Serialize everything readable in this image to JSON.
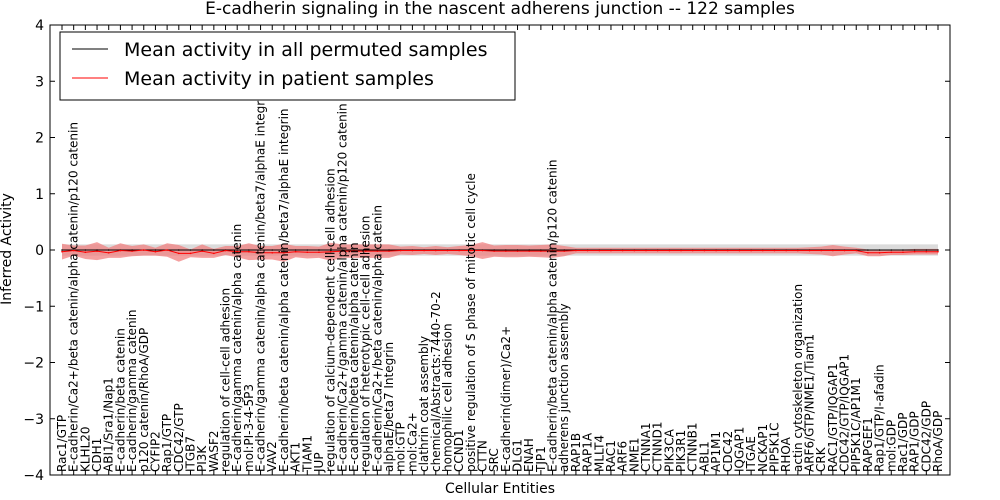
{
  "chart_data": {
    "type": "line",
    "title": "E-cadherin signaling in the nascent adherens junction -- 122 samples",
    "xlabel": "Cellular Entities",
    "ylabel": "Inferred Activity",
    "ylim": [
      -4,
      4
    ],
    "yticks": [
      -4,
      -3,
      -2,
      -1,
      0,
      1,
      2,
      3,
      4
    ],
    "grid": false,
    "legend_position": "top-left",
    "categories": [
      "Rac1/GTP",
      "E-cadherin/Ca2+/beta catenin/alpha catenin/p120 catenin",
      "KLHL20",
      "CDH1",
      "ABI1/Sra1/Nap1",
      "E-cadherin/beta catenin",
      "E-cadherin/gamma catenin",
      "p120 catenin/RhoA/GDP",
      "CYFIP2",
      "Rap1/GTP",
      "CDC42/GTP",
      "ITGB7",
      "PI3K",
      "WASF2",
      "regulation of cell-cell adhesion",
      "E-cadherin/gamma catenin/alpha catenin",
      "mol:PI-3-4-5P3",
      "E-cadherin/gamma catenin/alpha catenin/beta7/alphaE integrin",
      "VAV2",
      "E-cadherin/beta catenin/alpha catenin/beta7/alphaE integrin",
      "AKT1",
      "TIAM1",
      "JUP",
      "regulation of calcium-dependent cell-cell adhesion",
      "E-cadherin/Ca2+/gamma catenin/alpha catenin/p120 catenin",
      "E-cadherin/beta catenin/alpha catenin",
      "regulation of heterotypic cell-cell adhesion",
      "E-cadherin/Ca2+/beta catenin/alpha catenin",
      "alphaE/beta7 Integrin",
      "mol:GTP",
      "mol:Ca2+",
      "clathrin coat assembly",
      "chemical/Abstracts:7440-70-2",
      "homophilic cell adhesion",
      "CCND1",
      "positive regulation of S phase of mitotic cell cycle",
      "CTTN",
      "SRC",
      "E-cadherin(dimer)/Ca2+",
      "DLG1",
      "ENAH",
      "TJP1",
      "E-cadherin/beta catenin/alpha catenin/p120 catenin",
      "adherens junction assembly",
      "RAP1B",
      "RAP1A",
      "MLLT4",
      "RAC1",
      "ARF6",
      "NME1",
      "CTNNA1",
      "CTNND1",
      "PIK3CA",
      "PIK3R1",
      "CTNNB1",
      "ABL1",
      "AP1M1",
      "CDC42",
      "IQGAP1",
      "ITGAE",
      "NCKAP1",
      "PIP5K1C",
      "RHOA",
      "actin cytoskeleton organization",
      "ARF6/GTP/NME1/Tiam1",
      "CRK",
      "RAC1/GTP/IQGAP1",
      "CDC42/GTP/IQGAP1",
      "PIP5K1C/AP1M1",
      "RAPGEF1",
      "Rap1/GTP/I-afadin",
      "mol:GDP",
      "Rac1/GDP",
      "RAP1/GDP",
      "CDC42/GDP",
      "RhoA/GDP"
    ],
    "series": [
      {
        "name": "Mean activity in all permuted samples",
        "color": "#000000",
        "band_color": "#cccccc",
        "values": [
          0.0,
          0.0,
          0.0,
          0.0,
          0.0,
          0.0,
          0.0,
          0.0,
          0.0,
          0.0,
          0.0,
          0.0,
          0.0,
          0.0,
          0.0,
          0.0,
          0.0,
          0.0,
          0.0,
          0.0,
          0.0,
          0.0,
          0.0,
          0.0,
          0.0,
          0.0,
          0.0,
          0.0,
          0.0,
          0.0,
          0.0,
          0.0,
          0.0,
          0.0,
          0.0,
          0.0,
          0.0,
          0.0,
          0.0,
          0.0,
          0.0,
          0.0,
          0.0,
          0.0,
          0.0,
          0.0,
          0.0,
          0.0,
          0.0,
          0.0,
          0.0,
          0.0,
          0.0,
          0.0,
          0.0,
          0.0,
          0.0,
          0.0,
          0.0,
          0.0,
          0.0,
          0.0,
          0.0,
          0.0,
          0.0,
          0.0,
          0.0,
          0.0,
          0.0,
          0.0,
          0.0,
          0.0,
          0.0,
          0.0,
          0.0,
          0.0
        ],
        "spread": [
          0.1,
          0.1,
          0.1,
          0.1,
          0.1,
          0.1,
          0.1,
          0.1,
          0.1,
          0.1,
          0.1,
          0.1,
          0.1,
          0.1,
          0.1,
          0.1,
          0.1,
          0.1,
          0.1,
          0.1,
          0.1,
          0.1,
          0.1,
          0.1,
          0.1,
          0.1,
          0.1,
          0.1,
          0.1,
          0.1,
          0.1,
          0.1,
          0.1,
          0.1,
          0.1,
          0.1,
          0.1,
          0.1,
          0.1,
          0.1,
          0.1,
          0.1,
          0.1,
          0.1,
          0.1,
          0.1,
          0.1,
          0.1,
          0.1,
          0.1,
          0.1,
          0.1,
          0.1,
          0.1,
          0.1,
          0.1,
          0.1,
          0.1,
          0.1,
          0.1,
          0.1,
          0.1,
          0.1,
          0.1,
          0.1,
          0.1,
          0.1,
          0.1,
          0.1,
          0.1,
          0.1,
          0.1,
          0.1,
          0.1,
          0.1,
          0.1
        ]
      },
      {
        "name": "Mean activity in patient samples",
        "color": "#ff0000",
        "band_color": "#f08080",
        "values": [
          -0.03,
          -0.01,
          -0.04,
          -0.02,
          -0.05,
          -0.01,
          -0.02,
          0.0,
          -0.03,
          0.0,
          -0.06,
          -0.06,
          -0.02,
          -0.06,
          -0.01,
          -0.03,
          -0.03,
          -0.05,
          -0.05,
          -0.05,
          -0.03,
          -0.04,
          -0.04,
          -0.03,
          -0.02,
          -0.02,
          -0.02,
          -0.02,
          -0.02,
          -0.01,
          -0.01,
          -0.01,
          -0.01,
          -0.01,
          -0.01,
          -0.01,
          -0.01,
          -0.02,
          -0.02,
          -0.02,
          -0.02,
          -0.02,
          -0.02,
          -0.02,
          -0.01,
          -0.01,
          -0.01,
          -0.01,
          -0.01,
          -0.01,
          -0.01,
          -0.01,
          -0.01,
          -0.01,
          -0.01,
          -0.01,
          -0.01,
          -0.01,
          -0.01,
          -0.01,
          -0.01,
          -0.01,
          -0.01,
          -0.01,
          -0.01,
          -0.01,
          -0.01,
          -0.01,
          -0.01,
          -0.05,
          -0.05,
          -0.04,
          -0.04,
          -0.03,
          -0.03,
          -0.03
        ],
        "spread": [
          0.14,
          0.09,
          0.12,
          0.16,
          0.09,
          0.13,
          0.09,
          0.1,
          0.07,
          0.12,
          0.15,
          0.07,
          0.12,
          0.08,
          0.08,
          0.1,
          0.15,
          0.12,
          0.12,
          0.16,
          0.1,
          0.11,
          0.1,
          0.16,
          0.12,
          0.12,
          0.12,
          0.12,
          0.12,
          0.07,
          0.08,
          0.06,
          0.08,
          0.06,
          0.08,
          0.1,
          0.15,
          0.1,
          0.11,
          0.11,
          0.1,
          0.11,
          0.12,
          0.09,
          0.05,
          0.05,
          0.05,
          0.05,
          0.05,
          0.05,
          0.05,
          0.05,
          0.05,
          0.05,
          0.05,
          0.05,
          0.05,
          0.05,
          0.05,
          0.05,
          0.05,
          0.05,
          0.05,
          0.05,
          0.06,
          0.07,
          0.1,
          0.07,
          0.05,
          0.06,
          0.06,
          0.05,
          0.05,
          0.05,
          0.05,
          0.05
        ]
      }
    ]
  }
}
